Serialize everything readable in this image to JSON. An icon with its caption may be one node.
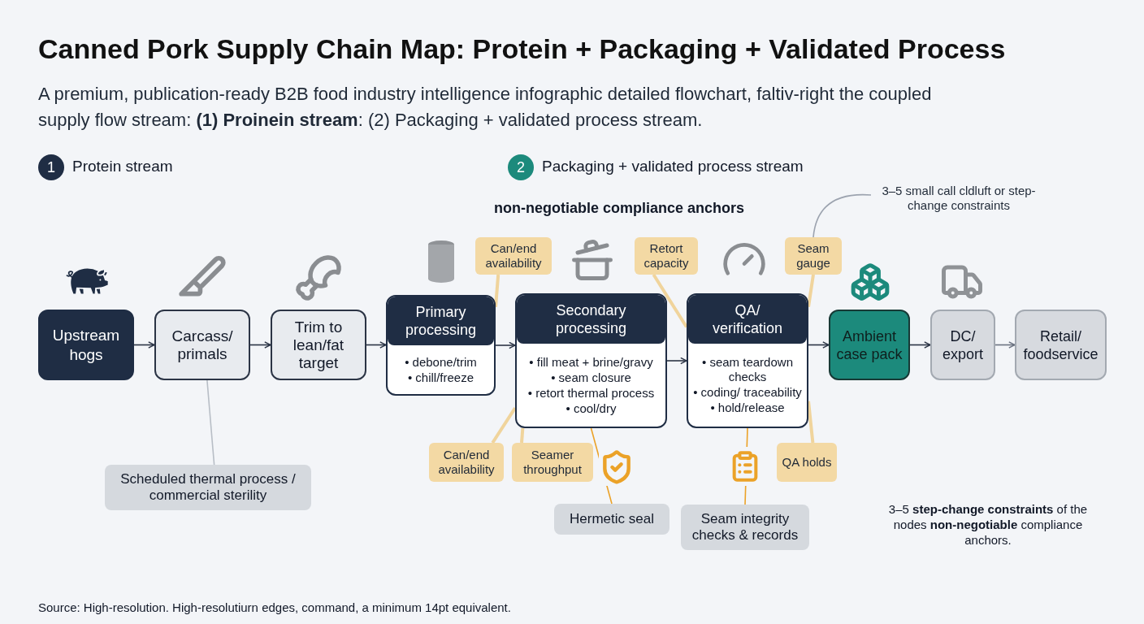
{
  "diagram": {
    "title": "Canned Pork Supply Chain Map: Protein + Packaging + Validated Process",
    "nodes": [
      {
        "text": [
          "Upstream hogs"
        ]
      },
      {
        "text": [
          "Carcass/ primals"
        ]
      },
      {
        "text": [
          "Trim to lean/fat target"
        ]
      },
      {
        "text": [
          "Primary processing",
          "• debone/trim",
          "• chill/freeze"
        ]
      },
      {
        "text": [
          "Secondary processing",
          "• fill meat + brine/gravy",
          "• seam closure",
          "• retort thermal process",
          "• cool/dry"
        ]
      },
      {
        "text": [
          "QA/ verification",
          "• seam teardown checks",
          "• coding/ traceability",
          "• hold/release"
        ]
      },
      {
        "text": [
          "Ambient case pack"
        ]
      },
      {
        "text": [
          "DC/ export"
        ]
      },
      {
        "text": [
          "Retail/ foodservice"
        ]
      },
      {
        "text": [
          "Scheduled thermal process / commercial sterility"
        ]
      },
      {
        "text": [
          "Can/end availability"
        ]
      },
      {
        "text": [
          "Retort capacity"
        ]
      },
      {
        "text": [
          "Seam gauge"
        ]
      },
      {
        "text": [
          "Can/end availability"
        ]
      },
      {
        "text": [
          "Seamer throughput"
        ]
      },
      {
        "text": [
          "QA holds"
        ]
      },
      {
        "text": [
          "Hermetic seal"
        ]
      },
      {
        "text": [
          "Seam integrity checks & records"
        ]
      },
      {
        "text": [
          "3–5 small call cldluft or step-change constraints"
        ]
      }
    ],
    "edges": [
      {
        "from": 0,
        "to": 1,
        "arrow": "to"
      },
      {
        "from": 1,
        "to": 2,
        "arrow": "to"
      },
      {
        "from": 2,
        "to": 3,
        "arrow": "to"
      },
      {
        "from": 3,
        "to": 4,
        "arrow": "to"
      },
      {
        "from": 4,
        "to": 5,
        "arrow": "to"
      },
      {
        "from": 5,
        "to": 6,
        "arrow": "to"
      },
      {
        "from": 6,
        "to": 7,
        "arrow": "to"
      },
      {
        "from": 7,
        "to": 8,
        "arrow": "to",
        "color": "#6b7280"
      },
      {
        "from": 1,
        "to": 9,
        "arrow": "none",
        "color": "#b8bec6"
      },
      {
        "from": 10,
        "to": 3,
        "arrow": "none",
        "color": "#f0d49c",
        "style": "thick"
      },
      {
        "from": 11,
        "to": 5,
        "arrow": "none",
        "color": "#f0d49c",
        "style": "thick"
      },
      {
        "from": 12,
        "to": 5,
        "arrow": "none",
        "color": "#f0d49c",
        "style": "thick"
      },
      {
        "from": 13,
        "to": 4,
        "arrow": "none",
        "color": "#f0d49c",
        "style": "thick"
      },
      {
        "from": 14,
        "to": 4,
        "arrow": "none",
        "color": "#f0d49c",
        "style": "thick"
      },
      {
        "from": 15,
        "to": 5,
        "arrow": "none",
        "color": "#f0d49c",
        "style": "thick"
      },
      {
        "from": 4,
        "to": 16,
        "arrow": "none",
        "color": "#eba228"
      },
      {
        "from": 5,
        "to": 17,
        "arrow": "none",
        "color": "#eba228"
      },
      {
        "from": 18,
        "to": 12,
        "arrow": "none",
        "color": "#9ca3af"
      }
    ],
    "labels": [
      "A premium, publication-ready B2B food industry intelligence infographic detailed flowchart, faltiv-right the coupled supply flow stream: **(1) Proinein stream**: (2) Packaging + validated process stream.",
      "1",
      "Protein stream",
      "2",
      "Packaging + validated process stream",
      "non-negotiable compliance anchors",
      "3–5 **step-change constraints** of the nodes **non-negotiable** compliance anchors.",
      "Source: High-resolution. High-resolutiurn edges, command, a minimum 14pt equivalent."
    ]
  }
}
